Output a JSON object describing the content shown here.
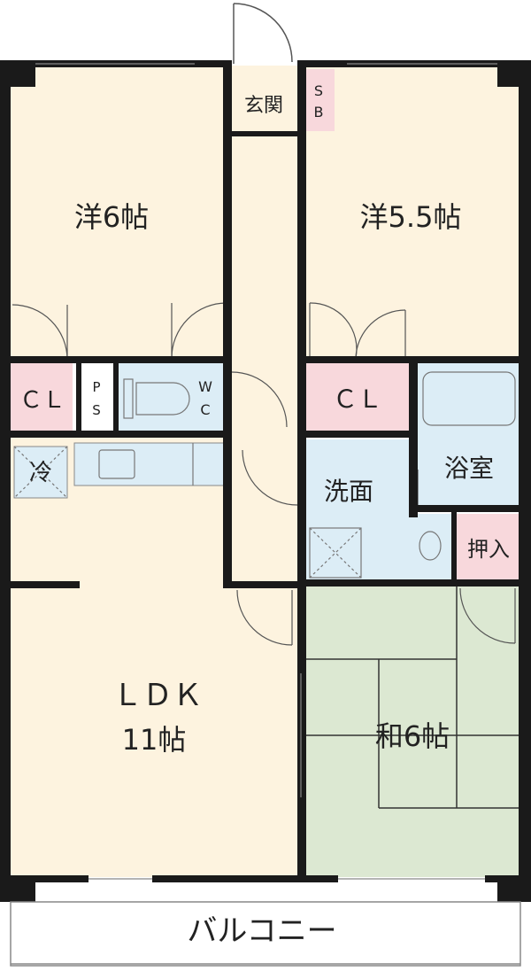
{
  "rooms": {
    "western_left": "洋6帖",
    "western_right": "洋5.5帖",
    "entrance": "玄関",
    "shoe_box_top": "S",
    "shoe_box_bottom": "B",
    "closet_left": "ＣＬ",
    "closet_right": "ＣＬ",
    "pipe_space_top": "P",
    "pipe_space_bottom": "S",
    "wc_top": "W",
    "wc_bottom": "C",
    "fridge": "冷",
    "washroom": "洗面",
    "bathroom": "浴室",
    "storage": "押入",
    "ldk_line1": "ＬＤＫ",
    "ldk_line2": "11帖",
    "japanese": "和6帖",
    "balcony": "バルコニー"
  },
  "colors": {
    "room_fill": "#fdf3df",
    "wet_fill": "#dcedf6",
    "closet_fill": "#f8d8dc",
    "tatami_fill": "#dce8d2",
    "wall": "#1a1a1a"
  }
}
